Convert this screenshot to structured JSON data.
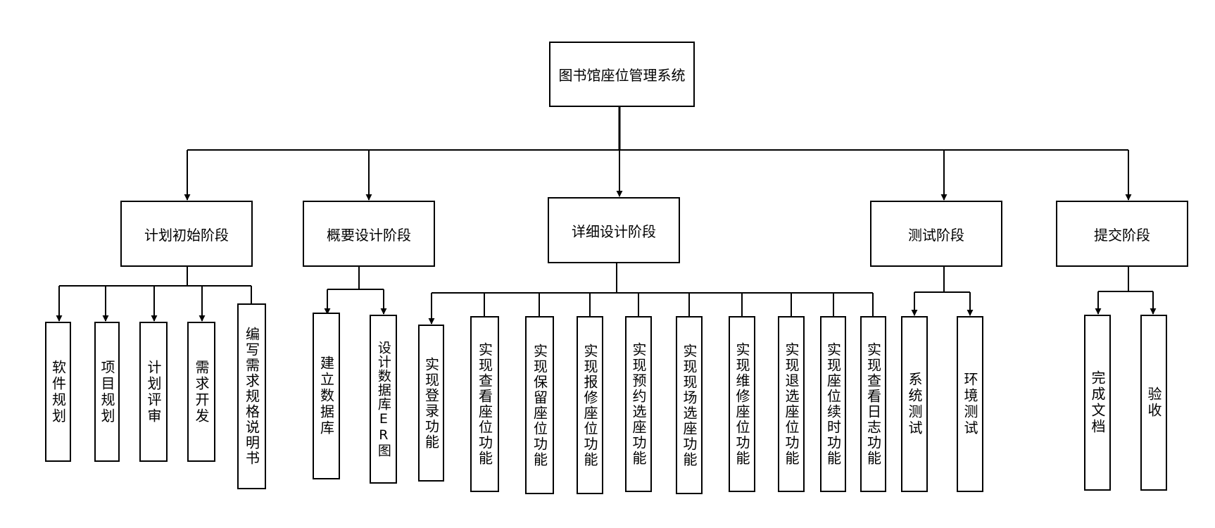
{
  "root": {
    "label": "图书馆座位管理系统"
  },
  "phases": [
    {
      "id": "plan",
      "label": "计划初始阶段",
      "children": [
        "软件规划",
        "项目规划",
        "计划评审",
        "需求开发",
        "编写需求规格说明书"
      ]
    },
    {
      "id": "outline",
      "label": "概要设计阶段",
      "children": [
        "建立数据库",
        "设计数据库ER图"
      ]
    },
    {
      "id": "detail",
      "label": "详细设计阶段",
      "children": [
        "实现登录功能",
        "实现查看座位功能",
        "实现保留座位功能",
        "实现报修座位功能",
        "实现预约选座功能",
        "实现现场选座功能",
        "实现维修座位功能",
        "实现退选座位功能",
        "实现座位续时功能",
        "实现查看日志功能"
      ]
    },
    {
      "id": "test",
      "label": "测试阶段",
      "children": [
        "系统测试",
        "环境测试"
      ]
    },
    {
      "id": "submit",
      "label": "提交阶段",
      "children": [
        "完成文档",
        "验收"
      ]
    }
  ]
}
